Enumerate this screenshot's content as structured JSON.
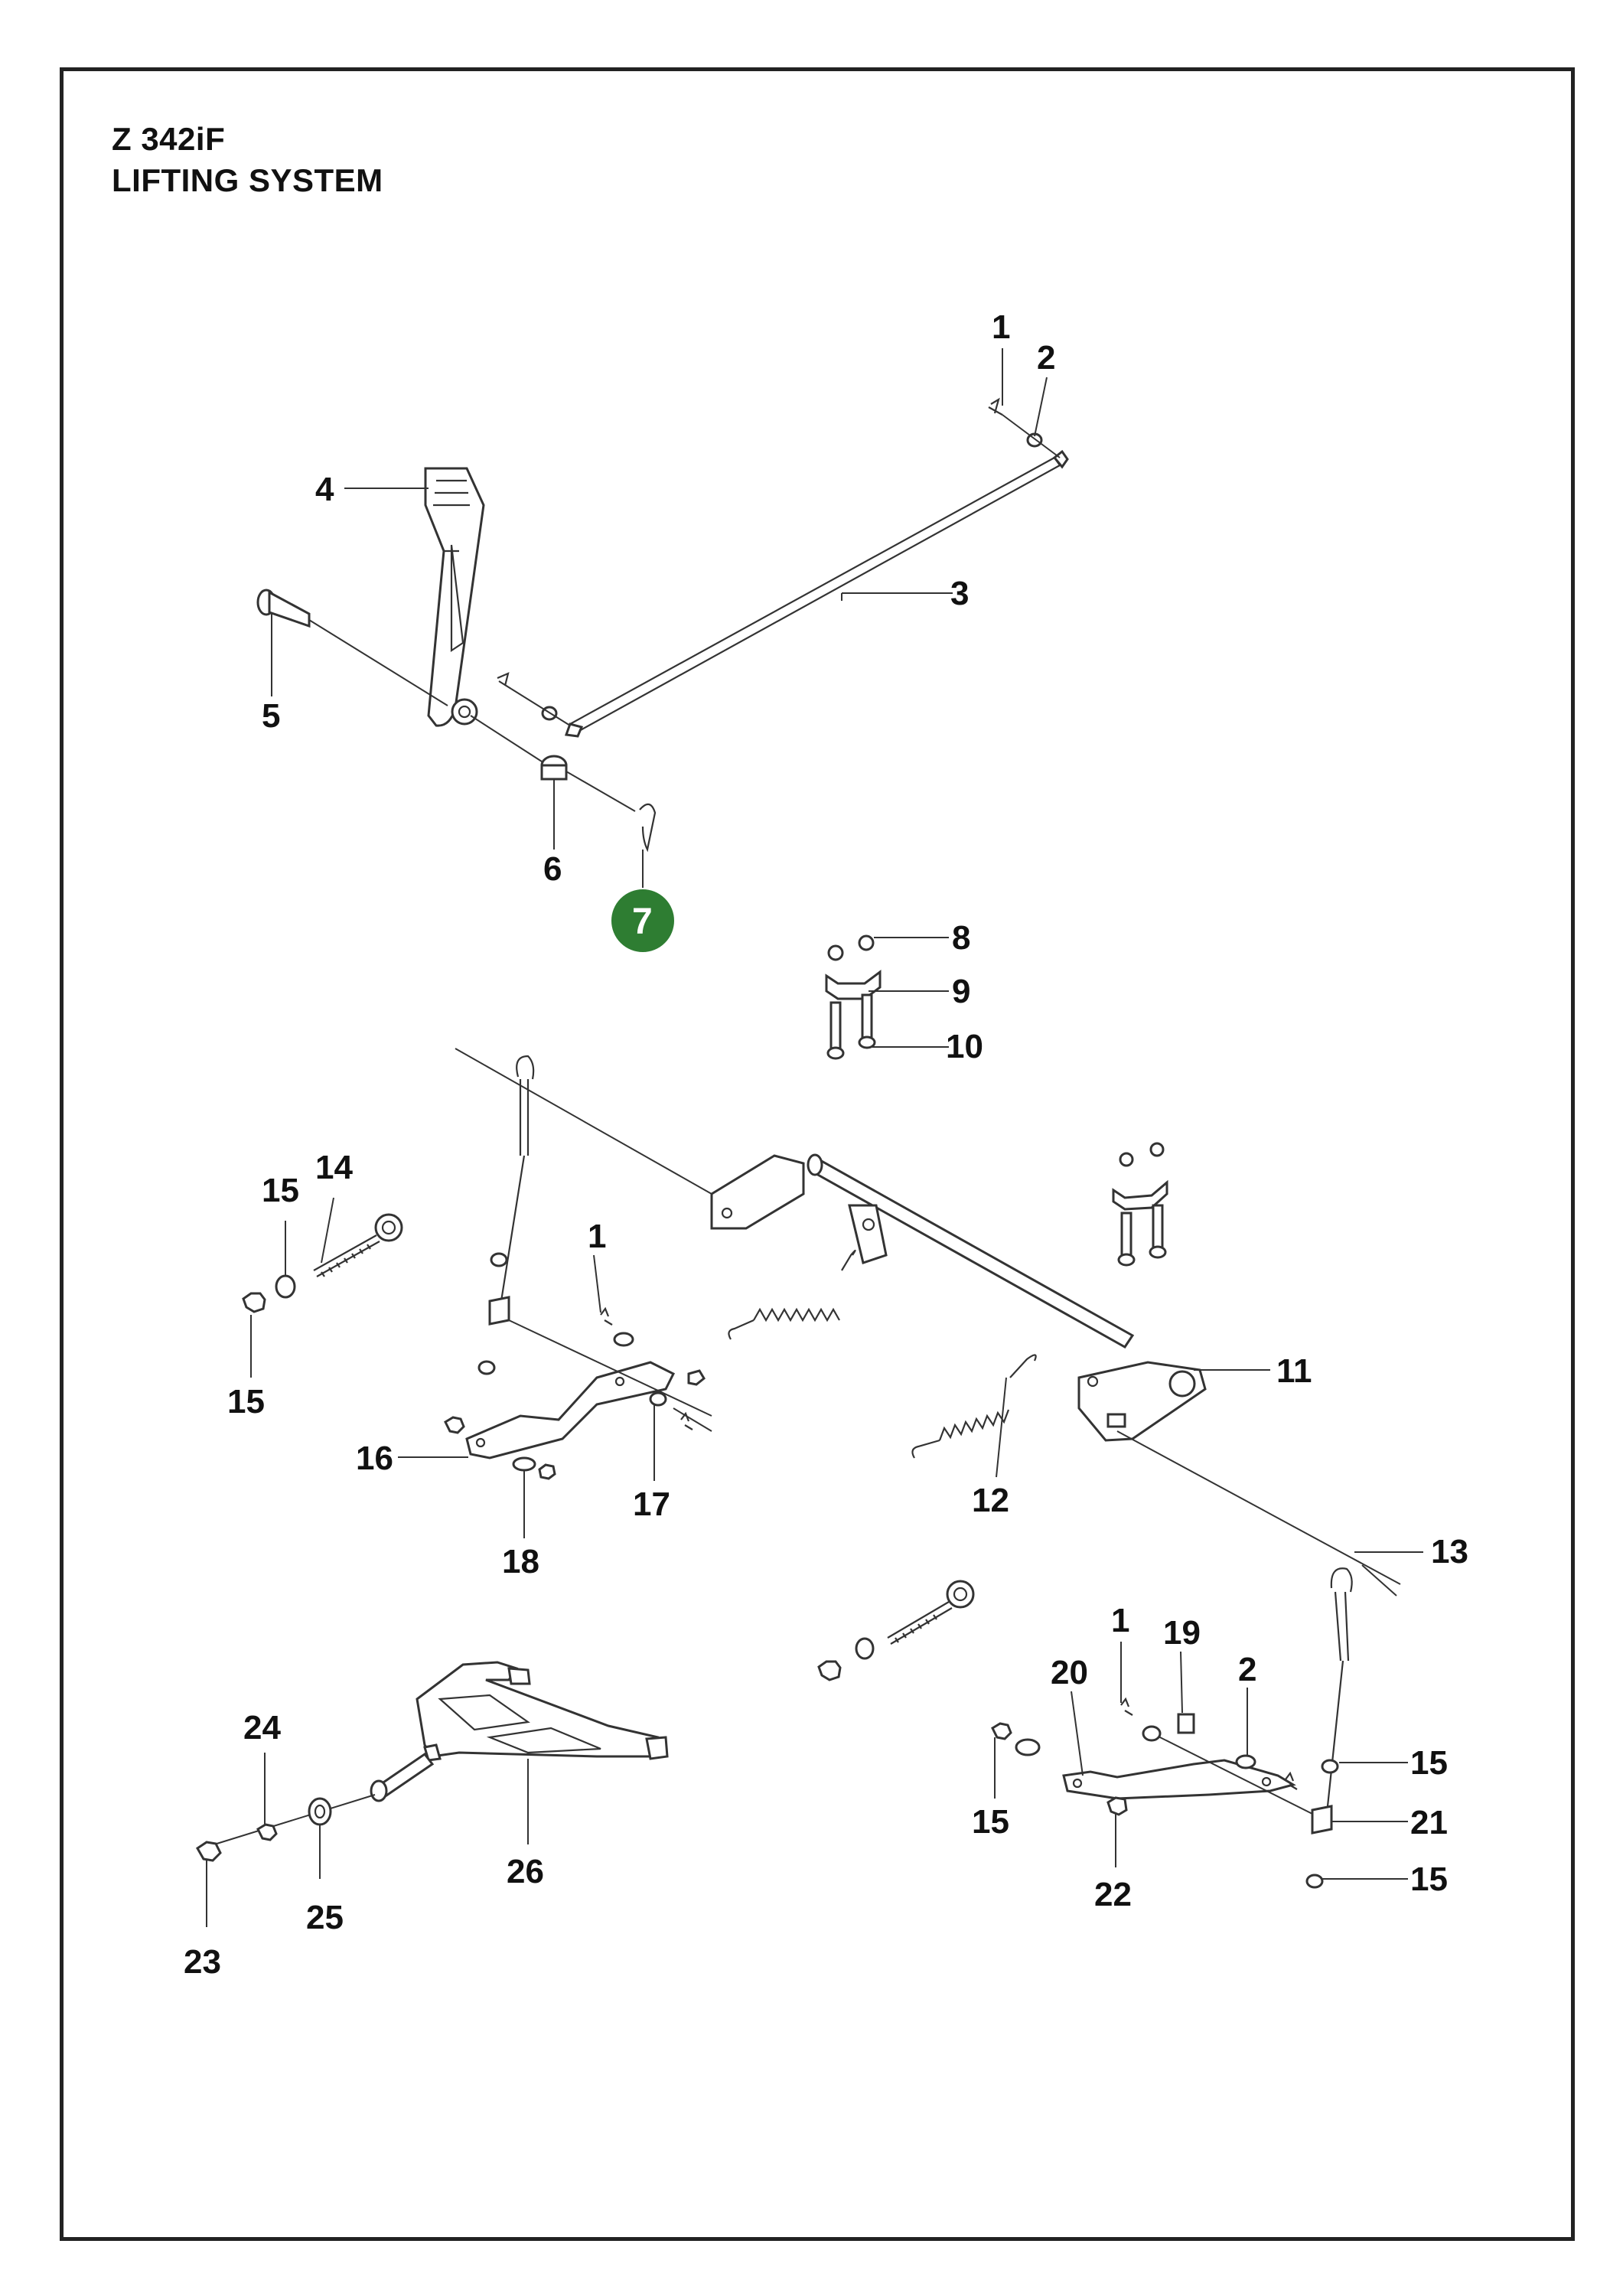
{
  "header": {
    "model": "Z 342iF",
    "section": "LIFTING SYSTEM"
  },
  "highlight": {
    "number": "7",
    "color": "#2e7d32"
  },
  "callouts": {
    "c1a": "1",
    "c2a": "2",
    "c3": "3",
    "c4": "4",
    "c5": "5",
    "c6": "6",
    "c8": "8",
    "c9": "9",
    "c10": "10",
    "c11": "11",
    "c12": "12",
    "c13": "13",
    "c14": "14",
    "c15a": "15",
    "c15b": "15",
    "c1b": "1",
    "c16": "16",
    "c17": "17",
    "c18": "18",
    "c1c": "1",
    "c19": "19",
    "c2b": "2",
    "c20": "20",
    "c15c": "15",
    "c15d": "15",
    "c21": "21",
    "c15e": "15",
    "c22": "22",
    "c24": "24",
    "c25": "25",
    "c26": "26",
    "c23": "23"
  }
}
